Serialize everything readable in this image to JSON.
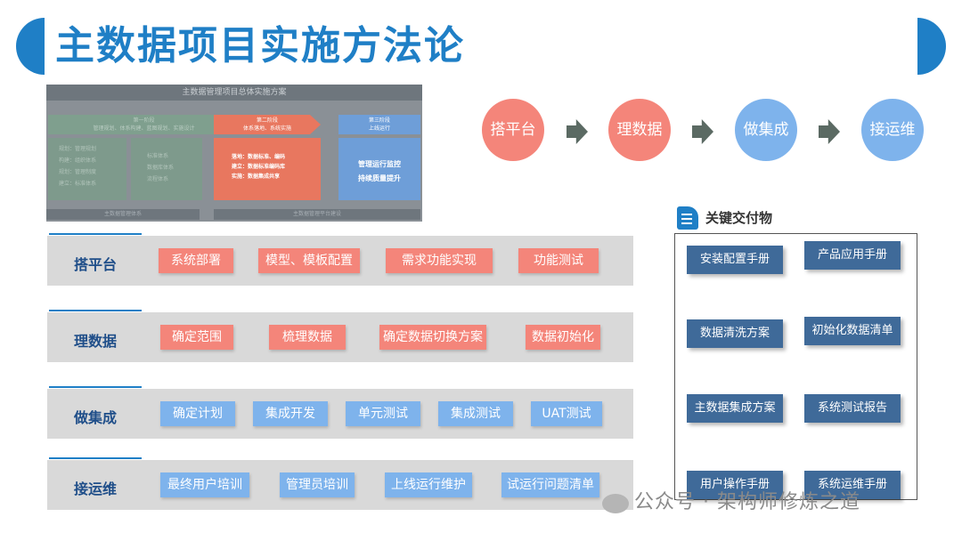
{
  "header": {
    "title": "主数据项目实施方法论"
  },
  "thumbnail": {
    "title": "主数据管理项目总体实施方案",
    "phase1": {
      "label": "第一阶段",
      "sub": "管理规划、体系构建、蓝图规划、实施设计",
      "box1": [
        "规划：管理规划",
        "构建：组织体系",
        "规划：管理制度",
        "建立：标准体系"
      ],
      "box2": [
        "标准体系",
        "数据库体系",
        "流程体系"
      ]
    },
    "phase2": {
      "label": "第二阶段",
      "sub": "体系落地、系统实施",
      "box": [
        "落地：数据标准、编码",
        "建立：数据标准编码库",
        "实施：数据集成共享"
      ]
    },
    "phase3": {
      "label": "第三阶段",
      "sub": "上线运行",
      "box": [
        "管理运行监控",
        "持续质量提升"
      ]
    },
    "footer_left": "主数据管理体系",
    "footer_right": "主数据管理平台建设"
  },
  "process": {
    "steps": [
      "搭平台",
      "理数据",
      "做集成",
      "接运维"
    ]
  },
  "rows": [
    {
      "label": "搭平台",
      "chips": [
        "系统部署",
        "模型、模板配置",
        "需求功能实现",
        "功能测试"
      ]
    },
    {
      "label": "理数据",
      "chips": [
        "确定范围",
        "梳理数据",
        "确定数据切换方案",
        "数据初始化"
      ]
    },
    {
      "label": "做集成",
      "chips": [
        "确定计划",
        "集成开发",
        "单元测试",
        "集成测试",
        "UAT测试"
      ]
    },
    {
      "label": "接运维",
      "chips": [
        "最终用户培训",
        "管理员培训",
        "上线运行维护",
        "试运行问题清单"
      ]
    }
  ],
  "deliverables": {
    "title": "关键交付物",
    "items": [
      "安装配置手册",
      "产品应用手册",
      "数据清洗方案",
      "初始化数据清单",
      "主数据集成方案",
      "系统测试报告",
      "用户操作手册",
      "系统运维手册"
    ]
  },
  "watermark": "公众号 · 架构师修炼之道",
  "colors": {
    "accent": "#1f7fc6",
    "red": "#f4857a",
    "blue": "#7eb3ec",
    "deliverable": "#3f6a99"
  }
}
